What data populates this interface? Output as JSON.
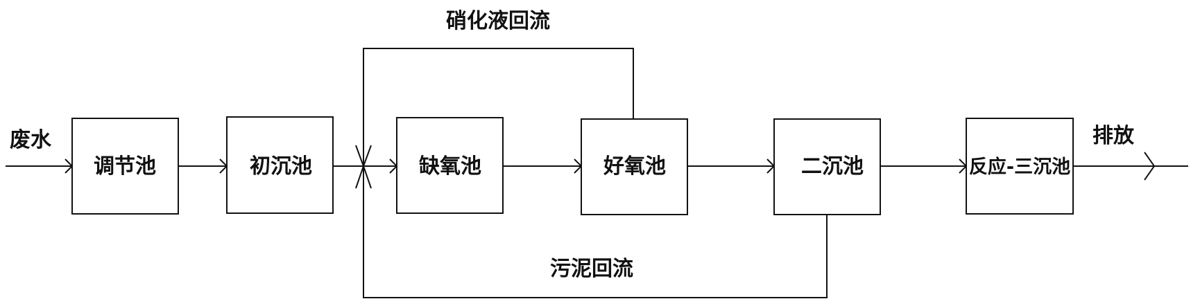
{
  "input_label": "废水",
  "output_label": "排放",
  "units": [
    {
      "id": "tiaojie",
      "label": "调节池"
    },
    {
      "id": "chuchen",
      "label": "初沉池"
    },
    {
      "id": "queyang",
      "label": "缺氧池"
    },
    {
      "id": "haoyang",
      "label": "好氧池"
    },
    {
      "id": "erchen",
      "label": "二沉池"
    },
    {
      "id": "fanying",
      "label": "反应-三沉池"
    }
  ],
  "recycles": {
    "nitrification": "硝化液回流",
    "sludge": "污泥回流"
  }
}
